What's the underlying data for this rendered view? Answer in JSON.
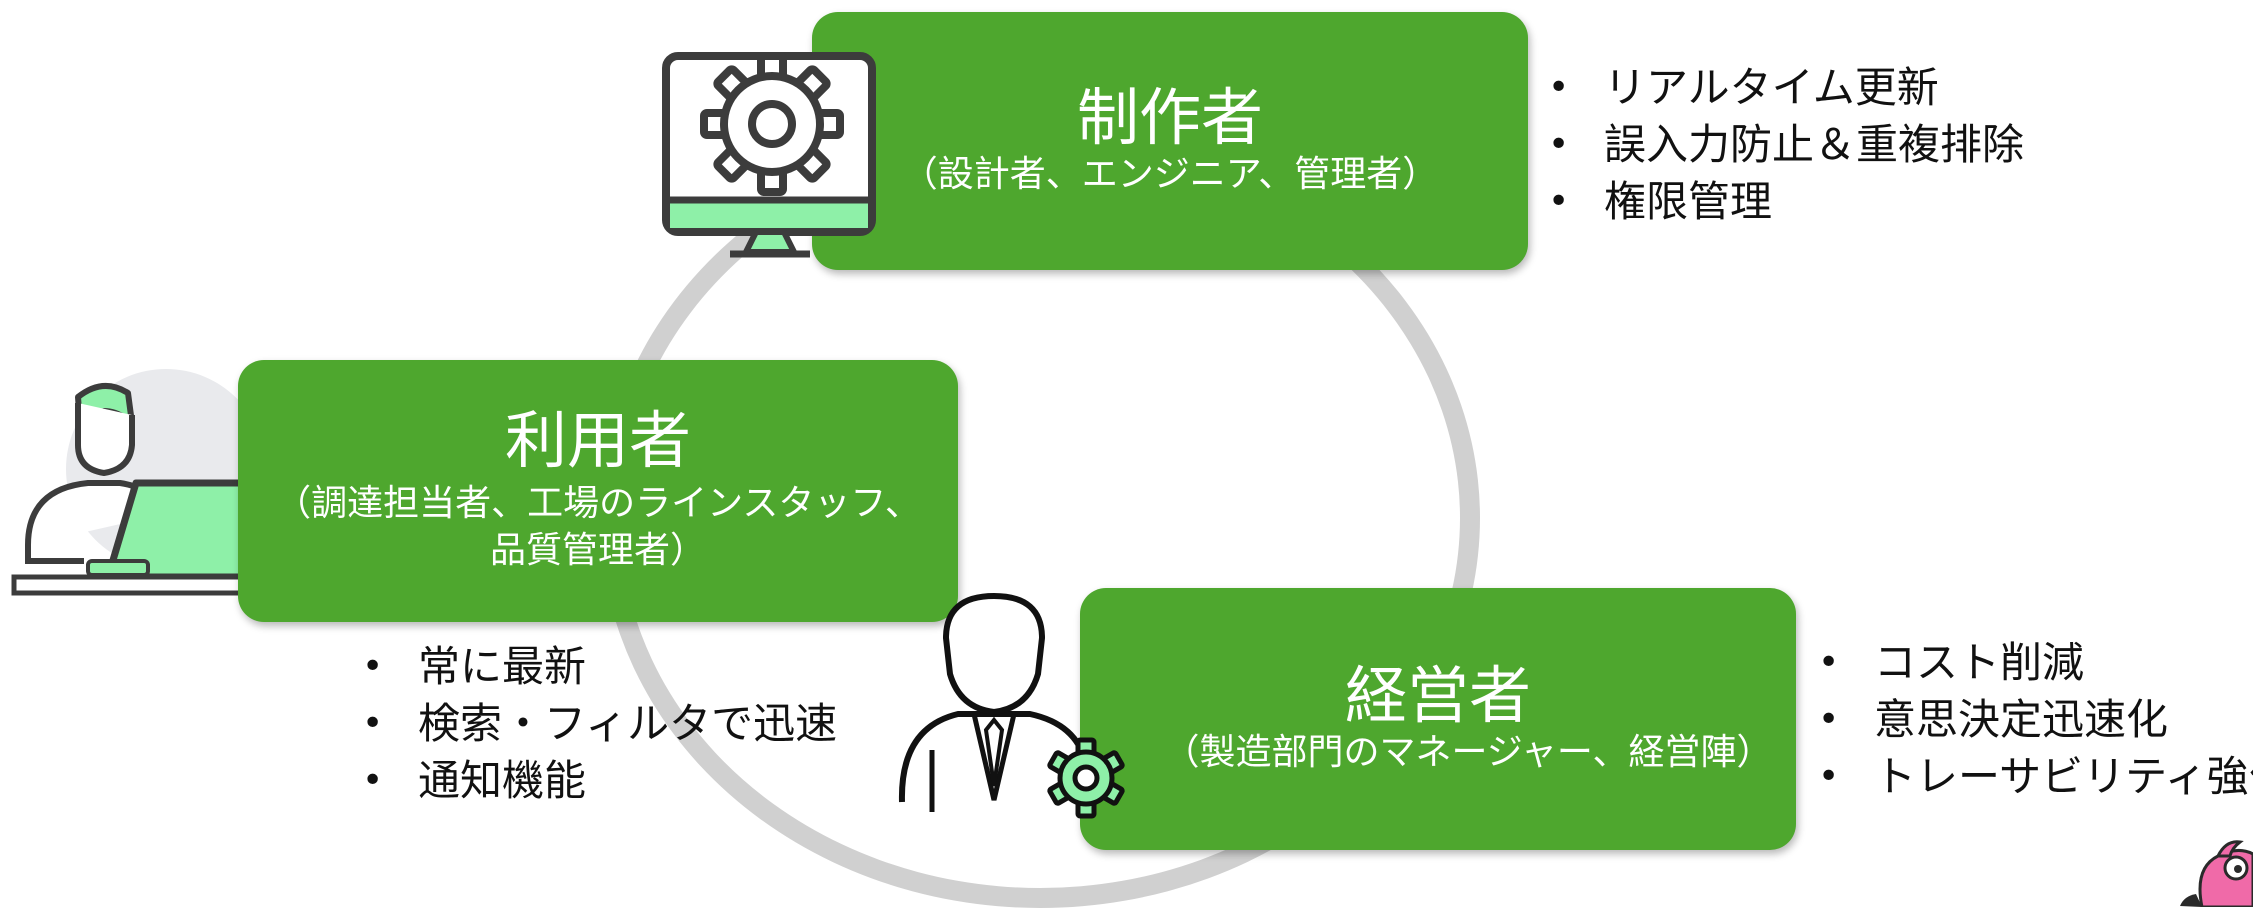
{
  "colors": {
    "card_green": "#4ea72e",
    "icon_mint": "#8ef0a8",
    "icon_outline": "#3c3c3c",
    "ring_gray": "#d0d0d0"
  },
  "creator": {
    "title": "制作者",
    "subtitle": "（設計者、エンジニア、管理者）",
    "bullets": [
      "リアルタイム更新",
      "誤入力防止＆重複排除",
      "権限管理"
    ],
    "icon": "monitor-gear-icon"
  },
  "user": {
    "title": "利用者",
    "subtitle": "（調達担当者、工場のラインスタッフ、\n品質管理者）",
    "bullets": [
      "常に最新",
      "検索・フィルタで迅速",
      "通知機能"
    ],
    "icon": "worker-laptop-icon"
  },
  "executive": {
    "title": "経営者",
    "subtitle": "（製造部門のマネージャー、経営陣）",
    "bullets": [
      "コスト削減",
      "意思決定迅速化",
      "トレーサビリティ強化"
    ],
    "icon": "manager-gear-icon"
  },
  "mascot": {
    "icon": "mascot-bird-icon"
  }
}
